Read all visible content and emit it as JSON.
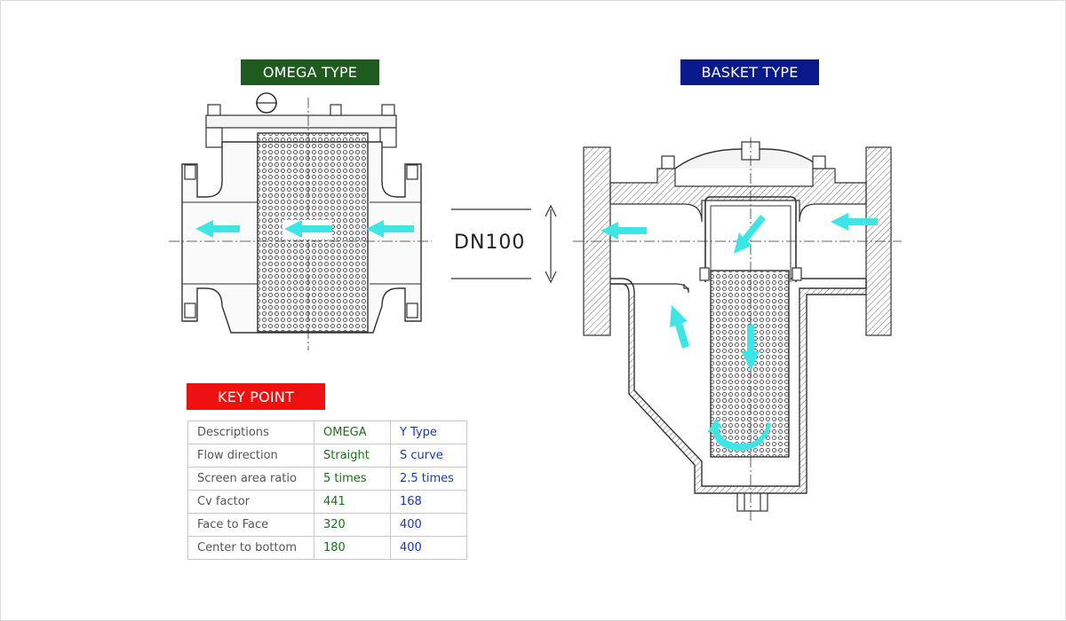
{
  "labels": {
    "omega": "OMEGA TYPE",
    "basket": "BASKET TYPE",
    "key_point": "KEY POINT",
    "dn": "DN100"
  },
  "colors": {
    "omega_green": "#1f5a1f",
    "basket_navy": "#0a1a8c",
    "key_red": "#ee1111",
    "arrow_cyan": "#3de6e6",
    "omega_text": "#1b6e1b",
    "y_text": "#1a3ab0"
  },
  "table": {
    "header": {
      "desc": "Descriptions",
      "omega": "OMEGA",
      "y": "Y Type"
    },
    "rows": [
      {
        "desc": "Flow direction",
        "omega": "Straight",
        "y": "S curve"
      },
      {
        "desc": "Screen area ratio",
        "omega": "5 times",
        "y": "2.5 times"
      },
      {
        "desc": "Cv factor",
        "omega": "441",
        "y": "168"
      },
      {
        "desc": "Face to Face",
        "omega": "320",
        "y": "400"
      },
      {
        "desc": "Center to bottom",
        "omega": "180",
        "y": "400"
      }
    ]
  }
}
